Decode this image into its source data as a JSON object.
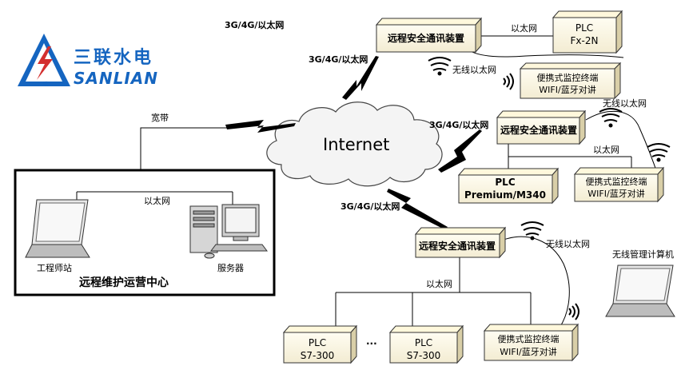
{
  "logo": {
    "cn": "三联水电",
    "en": "SANLIAN",
    "mark_text": "三联",
    "colors": {
      "blue": "#1565c0",
      "red": "#d32f2f"
    }
  },
  "center": {
    "title": "远程维护运营中心",
    "ethernet": "以太网",
    "workstation": "工程师站",
    "server": "服务器"
  },
  "labels": {
    "broadband": "宽带",
    "internet": "Internet",
    "cell_top": "3G/4G/以太网",
    "cell_left": "3G/4G/以太网",
    "cell_mid": "3G/4G/以太网",
    "cell_bottom": "3G/4G/以太网"
  },
  "site1": {
    "device": "远程安全通讯装置",
    "ethernet": "以太网",
    "plc_line1": "PLC",
    "plc_line2": "Fx-2N",
    "wireless": "无线以太网",
    "terminal_line1": "便携式监控终端",
    "terminal_line2": "WIFI/蓝牙对讲"
  },
  "site2": {
    "device": "远程安全通讯装置",
    "ethernet": "以太网",
    "plc_line1": "PLC",
    "plc_line2": "Premium/M340",
    "wireless": "无线以太网",
    "terminal_line1": "便携式监控终端",
    "terminal_line2": "WIFI/蓝牙对讲"
  },
  "site3": {
    "device": "远程安全通讯装置",
    "ethernet": "以太网",
    "plc1_line1": "PLC",
    "plc1_line2": "S7-300",
    "ellipsis": "...",
    "plc2_line1": "PLC",
    "plc2_line2": "S7-300",
    "wireless": "无线以太网",
    "terminal_line1": "便携式监控终端",
    "terminal_line2": "WIFI/蓝牙对讲",
    "laptop_label": "无线管理计算机"
  },
  "icons": [
    "lightning-icon",
    "wifi-signal-icon",
    "laptop-icon",
    "server-computer-icon",
    "cloud-icon"
  ]
}
